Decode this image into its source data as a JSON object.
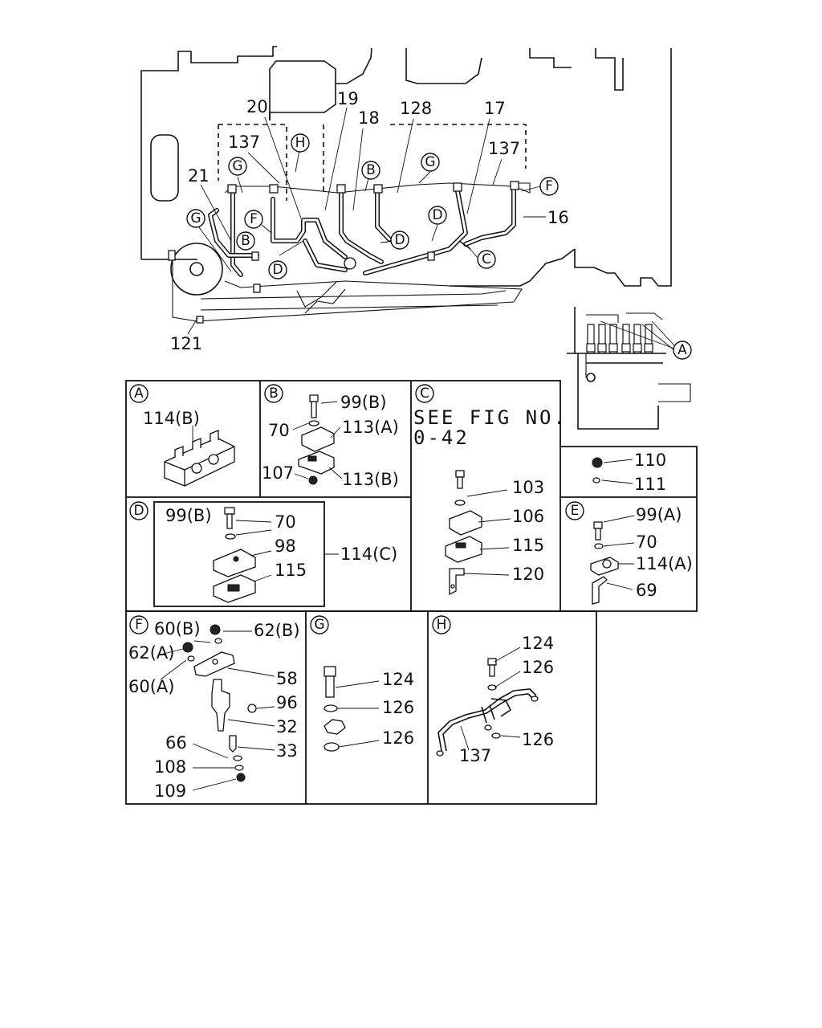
{
  "labels": {
    "main": [
      "20",
      "19",
      "18",
      "128",
      "17",
      "137",
      "137",
      "21",
      "16",
      "121"
    ],
    "box_a": [
      "114(B)"
    ],
    "box_b": [
      "99(B)",
      "70",
      "113(A)",
      "107",
      "113(B)"
    ],
    "box_c": [
      "SEE FIG NO.",
      "0-42",
      "103",
      "106",
      "115",
      "120"
    ],
    "box_misc": [
      "110",
      "111"
    ],
    "box_d": [
      "99(B)",
      "70",
      "98",
      "115",
      "114(C)"
    ],
    "box_e": [
      "99(A)",
      "70",
      "114(A)",
      "69"
    ],
    "box_f": [
      "60(B)",
      "62(B)",
      "62(A)",
      "58",
      "60(A)",
      "96",
      "32",
      "66",
      "33",
      "108",
      "109"
    ],
    "box_g": [
      "124",
      "126",
      "126"
    ],
    "box_h": [
      "124",
      "126",
      "126",
      "137"
    ]
  },
  "callouts": {
    "a": "A",
    "b": "B",
    "c": "C",
    "d": "D",
    "e": "E",
    "f": "F",
    "g": "G",
    "h": "H"
  }
}
